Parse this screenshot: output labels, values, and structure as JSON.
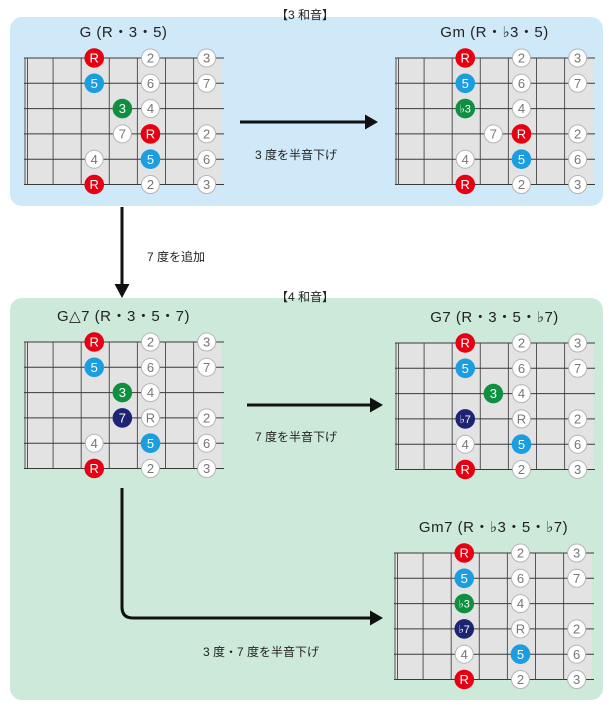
{
  "sections": [
    {
      "header": "【3 和音】"
    },
    {
      "header": "【4 和音】"
    }
  ],
  "fretboard": {
    "strings": 6,
    "frets": 7
  },
  "colors": {
    "panel_triad": "#cfe9f8",
    "panel_seventh": "#cde9da",
    "root": "#e60012",
    "fifth": "#1b9ee0",
    "third": "#0e9040",
    "seventh": "#1d2474",
    "other": "#ffffff",
    "other_text": "#777777",
    "other_stroke": "#b5b5b5",
    "board": "#e3e3e3",
    "line": "#555555"
  },
  "diagrams": [
    {
      "title": "G (R・3・5)",
      "dots": [
        {
          "string": 1,
          "fret": 3,
          "label": "R",
          "type": "root"
        },
        {
          "string": 1,
          "fret": 5,
          "label": "2",
          "type": "other"
        },
        {
          "string": 1,
          "fret": 7,
          "label": "3",
          "type": "other"
        },
        {
          "string": 2,
          "fret": 3,
          "label": "5",
          "type": "fifth"
        },
        {
          "string": 2,
          "fret": 5,
          "label": "6",
          "type": "other"
        },
        {
          "string": 2,
          "fret": 7,
          "label": "7",
          "type": "other"
        },
        {
          "string": 3,
          "fret": 4,
          "label": "3",
          "type": "third"
        },
        {
          "string": 3,
          "fret": 5,
          "label": "4",
          "type": "other"
        },
        {
          "string": 4,
          "fret": 4,
          "label": "7",
          "type": "other"
        },
        {
          "string": 4,
          "fret": 5,
          "label": "R",
          "type": "root"
        },
        {
          "string": 4,
          "fret": 7,
          "label": "2",
          "type": "other"
        },
        {
          "string": 5,
          "fret": 3,
          "label": "4",
          "type": "other"
        },
        {
          "string": 5,
          "fret": 5,
          "label": "5",
          "type": "fifth"
        },
        {
          "string": 5,
          "fret": 7,
          "label": "6",
          "type": "other"
        },
        {
          "string": 6,
          "fret": 3,
          "label": "R",
          "type": "root"
        },
        {
          "string": 6,
          "fret": 5,
          "label": "2",
          "type": "other"
        },
        {
          "string": 6,
          "fret": 7,
          "label": "3",
          "type": "other"
        }
      ]
    },
    {
      "title": "Gm (R・♭3・5)",
      "dots": [
        {
          "string": 1,
          "fret": 3,
          "label": "R",
          "type": "root"
        },
        {
          "string": 1,
          "fret": 5,
          "label": "2",
          "type": "other"
        },
        {
          "string": 1,
          "fret": 7,
          "label": "3",
          "type": "other"
        },
        {
          "string": 2,
          "fret": 3,
          "label": "5",
          "type": "fifth"
        },
        {
          "string": 2,
          "fret": 5,
          "label": "6",
          "type": "other"
        },
        {
          "string": 2,
          "fret": 7,
          "label": "7",
          "type": "other"
        },
        {
          "string": 3,
          "fret": 3,
          "label": "♭3",
          "type": "third"
        },
        {
          "string": 3,
          "fret": 5,
          "label": "4",
          "type": "other"
        },
        {
          "string": 4,
          "fret": 4,
          "label": "7",
          "type": "other"
        },
        {
          "string": 4,
          "fret": 5,
          "label": "R",
          "type": "root"
        },
        {
          "string": 4,
          "fret": 7,
          "label": "2",
          "type": "other"
        },
        {
          "string": 5,
          "fret": 3,
          "label": "4",
          "type": "other"
        },
        {
          "string": 5,
          "fret": 5,
          "label": "5",
          "type": "fifth"
        },
        {
          "string": 5,
          "fret": 7,
          "label": "6",
          "type": "other"
        },
        {
          "string": 6,
          "fret": 3,
          "label": "R",
          "type": "root"
        },
        {
          "string": 6,
          "fret": 5,
          "label": "2",
          "type": "other"
        },
        {
          "string": 6,
          "fret": 7,
          "label": "3",
          "type": "other"
        }
      ]
    },
    {
      "title": "G△7 (R・3・5・7)",
      "dots": [
        {
          "string": 1,
          "fret": 3,
          "label": "R",
          "type": "root"
        },
        {
          "string": 1,
          "fret": 5,
          "label": "2",
          "type": "other"
        },
        {
          "string": 1,
          "fret": 7,
          "label": "3",
          "type": "other"
        },
        {
          "string": 2,
          "fret": 3,
          "label": "5",
          "type": "fifth"
        },
        {
          "string": 2,
          "fret": 5,
          "label": "6",
          "type": "other"
        },
        {
          "string": 2,
          "fret": 7,
          "label": "7",
          "type": "other"
        },
        {
          "string": 3,
          "fret": 4,
          "label": "3",
          "type": "third"
        },
        {
          "string": 3,
          "fret": 5,
          "label": "4",
          "type": "other"
        },
        {
          "string": 4,
          "fret": 4,
          "label": "7",
          "type": "seventh"
        },
        {
          "string": 4,
          "fret": 5,
          "label": "R",
          "type": "other"
        },
        {
          "string": 4,
          "fret": 7,
          "label": "2",
          "type": "other"
        },
        {
          "string": 5,
          "fret": 3,
          "label": "4",
          "type": "other"
        },
        {
          "string": 5,
          "fret": 5,
          "label": "5",
          "type": "fifth"
        },
        {
          "string": 5,
          "fret": 7,
          "label": "6",
          "type": "other"
        },
        {
          "string": 6,
          "fret": 3,
          "label": "R",
          "type": "root"
        },
        {
          "string": 6,
          "fret": 5,
          "label": "2",
          "type": "other"
        },
        {
          "string": 6,
          "fret": 7,
          "label": "3",
          "type": "other"
        }
      ]
    },
    {
      "title": "G7 (R・3・5・♭7)",
      "dots": [
        {
          "string": 1,
          "fret": 3,
          "label": "R",
          "type": "root"
        },
        {
          "string": 1,
          "fret": 5,
          "label": "2",
          "type": "other"
        },
        {
          "string": 1,
          "fret": 7,
          "label": "3",
          "type": "other"
        },
        {
          "string": 2,
          "fret": 3,
          "label": "5",
          "type": "fifth"
        },
        {
          "string": 2,
          "fret": 5,
          "label": "6",
          "type": "other"
        },
        {
          "string": 2,
          "fret": 7,
          "label": "7",
          "type": "other"
        },
        {
          "string": 3,
          "fret": 4,
          "label": "3",
          "type": "third"
        },
        {
          "string": 3,
          "fret": 5,
          "label": "4",
          "type": "other"
        },
        {
          "string": 4,
          "fret": 3,
          "label": "♭7",
          "type": "seventh"
        },
        {
          "string": 4,
          "fret": 5,
          "label": "R",
          "type": "other"
        },
        {
          "string": 4,
          "fret": 7,
          "label": "2",
          "type": "other"
        },
        {
          "string": 5,
          "fret": 3,
          "label": "4",
          "type": "other"
        },
        {
          "string": 5,
          "fret": 5,
          "label": "5",
          "type": "fifth"
        },
        {
          "string": 5,
          "fret": 7,
          "label": "6",
          "type": "other"
        },
        {
          "string": 6,
          "fret": 3,
          "label": "R",
          "type": "root"
        },
        {
          "string": 6,
          "fret": 5,
          "label": "2",
          "type": "other"
        },
        {
          "string": 6,
          "fret": 7,
          "label": "3",
          "type": "other"
        }
      ]
    },
    {
      "title": "Gm7 (R・♭3・5・♭7)",
      "dots": [
        {
          "string": 1,
          "fret": 3,
          "label": "R",
          "type": "root"
        },
        {
          "string": 1,
          "fret": 5,
          "label": "2",
          "type": "other"
        },
        {
          "string": 1,
          "fret": 7,
          "label": "3",
          "type": "other"
        },
        {
          "string": 2,
          "fret": 3,
          "label": "5",
          "type": "fifth"
        },
        {
          "string": 2,
          "fret": 5,
          "label": "6",
          "type": "other"
        },
        {
          "string": 2,
          "fret": 7,
          "label": "7",
          "type": "other"
        },
        {
          "string": 3,
          "fret": 3,
          "label": "♭3",
          "type": "third"
        },
        {
          "string": 3,
          "fret": 5,
          "label": "4",
          "type": "other"
        },
        {
          "string": 4,
          "fret": 3,
          "label": "♭7",
          "type": "seventh"
        },
        {
          "string": 4,
          "fret": 5,
          "label": "R",
          "type": "other"
        },
        {
          "string": 4,
          "fret": 7,
          "label": "2",
          "type": "other"
        },
        {
          "string": 5,
          "fret": 3,
          "label": "4",
          "type": "other"
        },
        {
          "string": 5,
          "fret": 5,
          "label": "5",
          "type": "fifth"
        },
        {
          "string": 5,
          "fret": 7,
          "label": "6",
          "type": "other"
        },
        {
          "string": 6,
          "fret": 3,
          "label": "R",
          "type": "root"
        },
        {
          "string": 6,
          "fret": 5,
          "label": "2",
          "type": "other"
        },
        {
          "string": 6,
          "fret": 7,
          "label": "3",
          "type": "other"
        }
      ]
    }
  ],
  "arrows": [
    {
      "label": "3 度を半音下げ",
      "from": "G",
      "to": "Gm"
    },
    {
      "label": "7 度を追加",
      "from": "G",
      "to": "G△7"
    },
    {
      "label": "7 度を半音下げ",
      "from": "G△7",
      "to": "G7"
    },
    {
      "label": "3 度・7 度を半音下げ",
      "from": "G△7",
      "to": "Gm7"
    }
  ]
}
